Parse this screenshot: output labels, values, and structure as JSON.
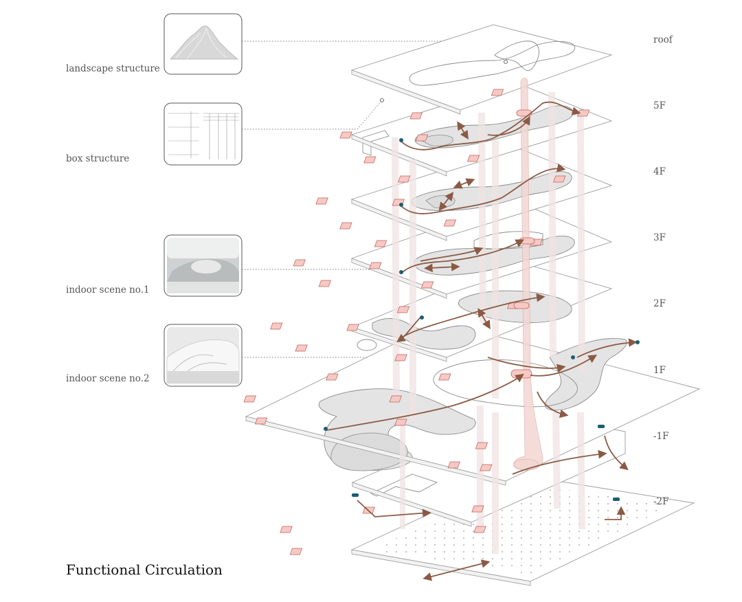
{
  "left_labels": {
    "landscape": "landscape structure",
    "box": "box structure",
    "indoor1": "indoor scene no.1",
    "indoor2": "indoor scene no.2"
  },
  "floor_labels": {
    "roof": "roof",
    "f5": "5F",
    "f4": "4F",
    "f3": "3F",
    "f2": "2F",
    "f1": "1F",
    "b1": "-1F",
    "b2": "-2F"
  },
  "title": "Functional Circulation",
  "colors": {
    "circulation": "#8a5a45",
    "core": "#f3d7d2",
    "stair_box": "#f7c9c5"
  }
}
